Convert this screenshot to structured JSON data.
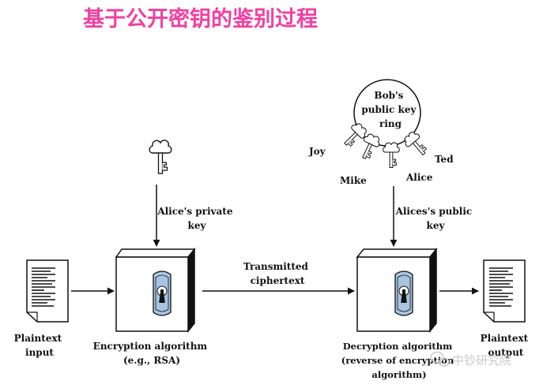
{
  "title": "基于公开密钥的鉴别过程",
  "colors": {
    "title": "#f040a0",
    "ink": "#111111",
    "lock": "#a8c4e0",
    "watermark": "#c9c9c9"
  },
  "plaintext_input": [
    "Plaintext",
    "input"
  ],
  "alice_private_key": [
    "Alice's private",
    "key"
  ],
  "encryption": [
    "Encryption algorithm",
    "(e.g., RSA)"
  ],
  "transmitted": [
    "Transmitted",
    "ciphertext"
  ],
  "key_ring": [
    "Bob's",
    "public key",
    "ring"
  ],
  "ring_names": {
    "joy": "Joy",
    "mike": "Mike",
    "alice": "Alice",
    "ted": "Ted"
  },
  "alices_public_key": [
    "Alices's public",
    "key"
  ],
  "decryption": [
    "Decryption algorithm",
    "(reverse of encryption",
    "algorithm)"
  ],
  "plaintext_output": [
    "Plaintext",
    "output"
  ],
  "watermark": "中钞研究院",
  "icons": [
    "cloud-key-icon",
    "keyhole-lock-icon",
    "document-icon",
    "arrow-icon",
    "wechat-icon"
  ]
}
